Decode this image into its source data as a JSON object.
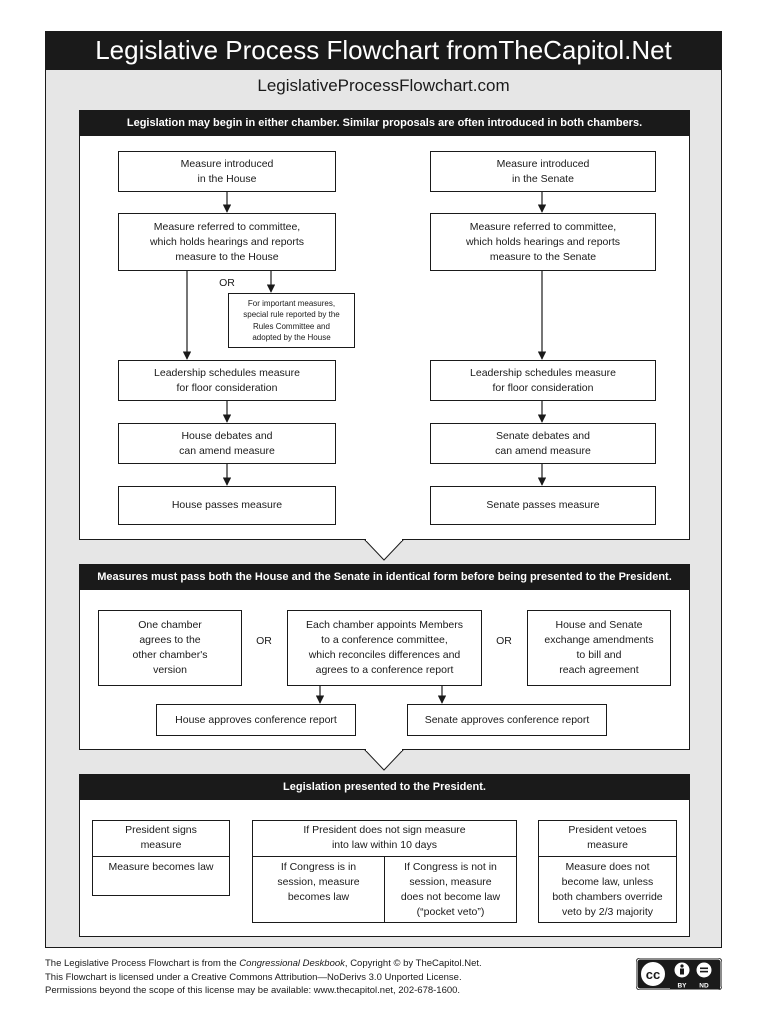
{
  "header": {
    "title": "Legislative Process Flowchart fromTheCapitol.Net",
    "site": "LegislativeProcessFlowchart.com"
  },
  "panel1": {
    "heading": "Legislation may begin in either chamber. Similar proposals are often introduced in both chambers.",
    "house": {
      "introduced": "Measure introduced\nin the House",
      "committee": "Measure referred to committee,\nwhich holds hearings and reports\nmeasure to the House",
      "or": "OR",
      "rule": "For important measures,\nspecial rule reported by the\nRules Committee and\nadopted by the House",
      "schedule": "Leadership schedules measure\nfor floor consideration",
      "debate": "House debates and\ncan amend measure",
      "passes": "House passes measure"
    },
    "senate": {
      "introduced": "Measure introduced\nin the Senate",
      "committee": "Measure referred to committee,\nwhich holds hearings and reports\nmeasure to the Senate",
      "schedule": "Leadership schedules measure\nfor floor consideration",
      "debate": "Senate debates and\ncan amend measure",
      "passes": "Senate passes measure"
    }
  },
  "panel2": {
    "heading": "Measures must pass both the House and the Senate in identical form before being presented to the President.",
    "agree": "One chamber\nagrees to the\nother chamber's\nversion",
    "or1": "OR",
    "conference": "Each chamber appoints Members\nto a conference committee,\nwhich reconciles differences and\nagrees to a conference report",
    "or2": "OR",
    "exchange": "House and Senate\nexchange amendments\nto bill and\nreach agreement",
    "house_approves": "House approves conference report",
    "senate_approves": "Senate approves conference report"
  },
  "panel3": {
    "heading": "Legislation presented to the President.",
    "signs": "President signs\nmeasure",
    "becomes_law": "Measure becomes law",
    "nosign": "If President does not sign measure\ninto law within 10 days",
    "in_session": "If Congress is in\nsession, measure\nbecomes law",
    "not_in_session": "If Congress is not in\nsession, measure\ndoes not become law\n(“pocket veto”)",
    "vetoes": "President vetoes\nmeasure",
    "veto_result": "Measure does not\nbecome law, unless\nboth chambers override\nveto by 2/3 majority"
  },
  "footer": {
    "line1_prefix": "The Legislative Process Flowchart is from the ",
    "line1_book": "Congressional Deskbook",
    "line1_suffix": ", Copyright © by TheCapitol.Net.",
    "line2": "This Flowchart is licensed under a Creative Commons Attribution—NoDerivs 3.0 Unported License.",
    "line3": "Permissions beyond the scope of this license may be available: www.thecapitol.net, 202-678-1600."
  },
  "license_badge": {
    "cc": "cc",
    "by": "BY",
    "nd": "ND"
  }
}
